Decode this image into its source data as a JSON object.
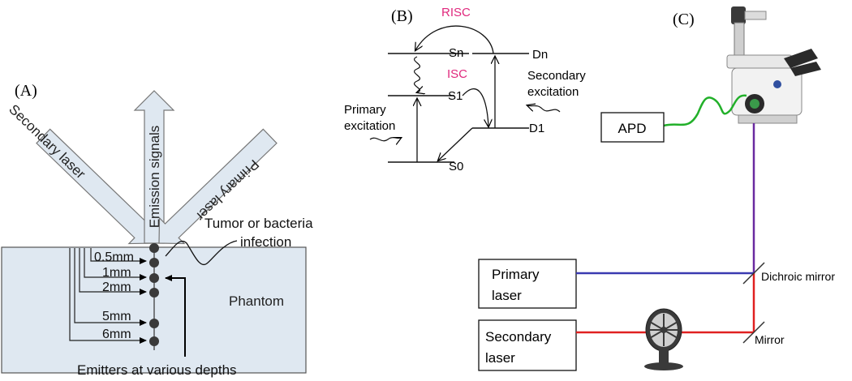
{
  "panel_a": {
    "label": "(A)",
    "secondary_laser": "Secondary laser",
    "emission_signals": "Emission signals",
    "primary_laser": "Primary laser",
    "tumor_line1": "Tumor or bacteria",
    "tumor_line2": "infection",
    "phantom": "Phantom",
    "depths": [
      "0.5mm",
      "1mm",
      "2mm",
      "5mm",
      "6mm"
    ],
    "emitters": "Emitters at various depths"
  },
  "panel_b": {
    "label": "(B)",
    "risc": "RISC",
    "isc": "ISC",
    "sn": "Sn",
    "dn": "Dn",
    "s1": "S1",
    "d1": "D1",
    "s0": "S0",
    "primary_line1": "Primary",
    "primary_line2": "excitation",
    "secondary_line1": "Secondary",
    "secondary_line2": "excitation",
    "accent_color": "#e0287d"
  },
  "panel_c": {
    "label": "(C)",
    "apd": "APD",
    "primary_line1": "Primary",
    "primary_line2": "laser",
    "secondary_line1": "Secondary",
    "secondary_line2": "laser",
    "dichroic": "Dichroic mirror",
    "mirror": "Mirror",
    "colors": {
      "fiber": "#22b02a",
      "primary_beam": "#3a3ab0",
      "secondary_beam": "#e02020",
      "combined_beam": "#6a2aa0"
    }
  }
}
